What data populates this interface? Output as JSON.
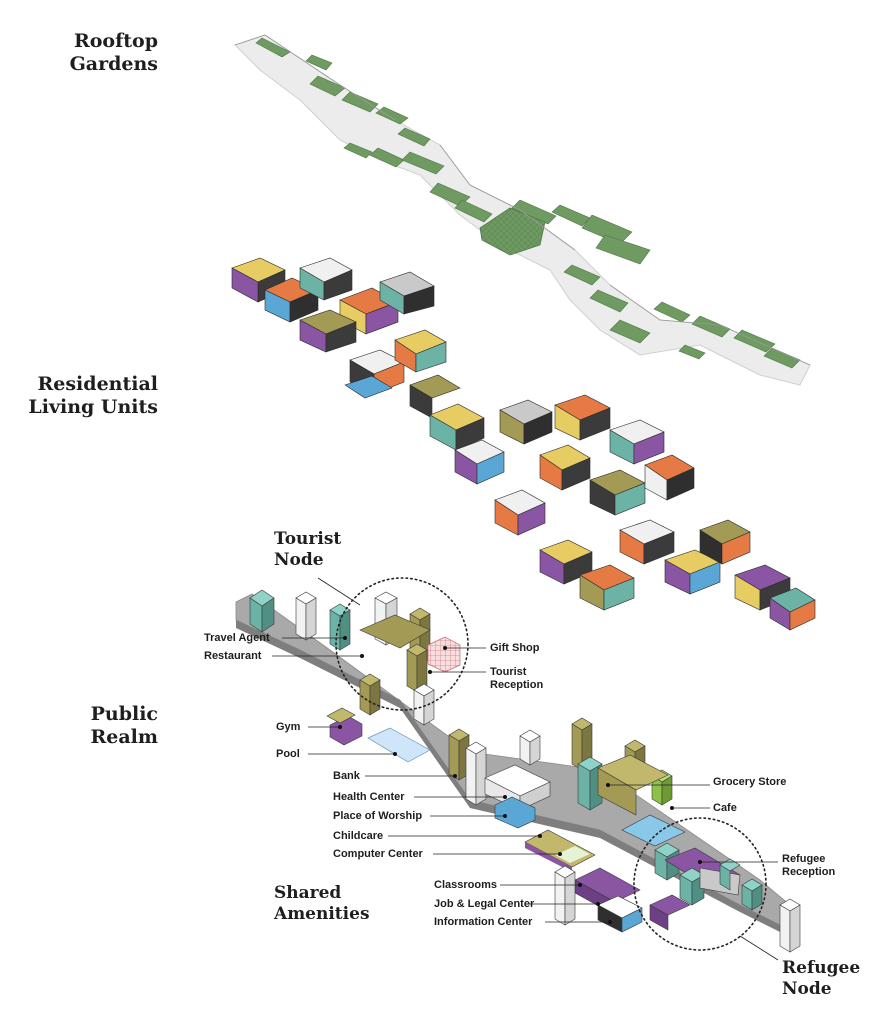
{
  "section_headings": {
    "rooftop": [
      "Rooftop",
      "Gardens"
    ],
    "residential": [
      "Residential",
      "Living Units"
    ],
    "public": [
      "Public",
      "Realm"
    ],
    "shared": [
      "Shared",
      "Amenities"
    ],
    "tourist_node": [
      "Tourist",
      "Node"
    ],
    "refugee_node": [
      "Refugee",
      "Node"
    ]
  },
  "amenity_labels": {
    "travel_agent": "Travel Agent",
    "restaurant": "Restaurant",
    "gift_shop": "Gift Shop",
    "tourist_reception": [
      "Tourist",
      "Reception"
    ],
    "gym": "Gym",
    "pool": "Pool",
    "bank": "Bank",
    "health_center": "Health Center",
    "place_of_worship": "Place of Worship",
    "childcare": "Childcare",
    "computer_center": "Computer Center",
    "grocery_store": "Grocery Store",
    "cafe": "Cafe",
    "refugee_reception": [
      "Refugee",
      "Reception"
    ],
    "classrooms": "Classrooms",
    "job_legal_center": "Job & Legal Center",
    "information_center": "Information Center"
  },
  "colors": {
    "garden_green": "#6f9a62",
    "roof_white": "#f2f2f2",
    "street_grey": "#a9a9a9",
    "olive": "#a39a55",
    "purple": "#8a56a3",
    "teal": "#6cb3a6",
    "blue": "#5aa7d6",
    "orange": "#e57a45",
    "yellow": "#e7cc63",
    "dark": "#3b3b3b",
    "pink": "#e9b4b8",
    "lime": "#8fc14a",
    "text": "#1e1e1e"
  }
}
